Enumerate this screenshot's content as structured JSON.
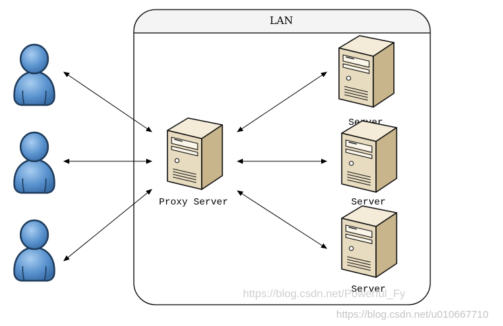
{
  "lan": {
    "title": "LAN"
  },
  "proxy": {
    "label": "Proxy Server"
  },
  "servers": [
    {
      "label": "Server"
    },
    {
      "label": "Server"
    },
    {
      "label": "Server"
    }
  ],
  "clients": [
    {
      "icon": "user-icon"
    },
    {
      "icon": "user-icon"
    },
    {
      "icon": "user-icon"
    }
  ],
  "watermarks": [
    "https://blog.csdn.net/Powerful_Fy",
    "https://blog.csdn.net/u010667710"
  ],
  "colors": {
    "user_fill": "#5a93cf",
    "user_stroke": "#1f3c5c",
    "server_front": "#e8dcc0",
    "server_side": "#c8b58c",
    "server_top": "#f4ecd8",
    "line": "#000000",
    "watermark": "#cccccc"
  }
}
